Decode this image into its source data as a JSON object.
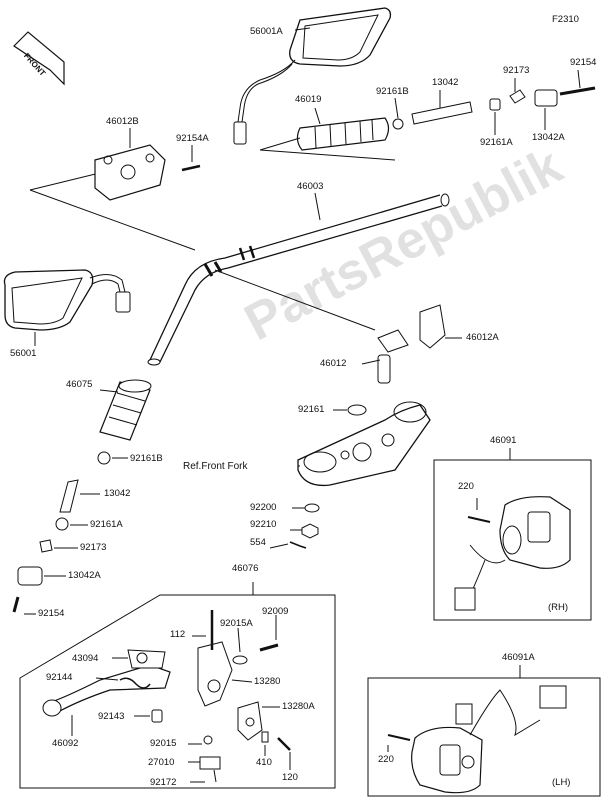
{
  "diagram_code": "F2310",
  "front_label": "FRONT",
  "watermark": "PartsRepublik",
  "ref_note": "Ref.Front Fork",
  "rh_label": "(RH)",
  "lh_label": "(LH)",
  "parts": {
    "p56001A": "56001A",
    "p46019": "46019",
    "p92161B_top": "92161B",
    "p13042_top": "13042",
    "p92173_top": "92173",
    "p92154_top": "92154",
    "p92161A_top": "92161A",
    "p13042A_top": "13042A",
    "p46012B": "46012B",
    "p92154A": "92154A",
    "p46003": "46003",
    "p56001": "56001",
    "p46012": "46012",
    "p46012A": "46012A",
    "p92161": "92161",
    "p46075": "46075",
    "p92161B_left": "92161B",
    "p13042_left": "13042",
    "p92161A_left": "92161A",
    "p92173_left": "92173",
    "p13042A_left": "13042A",
    "p92154_left": "92154",
    "p46091": "46091",
    "p220_rh": "220",
    "p92200": "92200",
    "p92210": "92210",
    "p554": "554",
    "p46076": "46076",
    "p112": "112",
    "p92015A": "92015A",
    "p92009": "92009",
    "p43094": "43094",
    "p92144": "92144",
    "p13280": "13280",
    "p92143": "92143",
    "p13280A": "13280A",
    "p46092": "46092",
    "p92015": "92015",
    "p27010": "27010",
    "p410": "410",
    "p92172": "92172",
    "p120": "120",
    "p46091A": "46091A",
    "p220_lh": "220"
  }
}
